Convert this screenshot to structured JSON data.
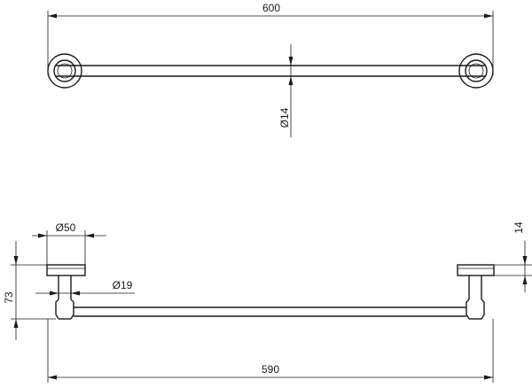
{
  "dimensions": {
    "overall_length": "600",
    "bar_diameter": "Ø14",
    "rose_diameter": "Ø50",
    "post_diameter": "Ø19",
    "projection": "73",
    "rose_thickness": "14",
    "bar_length": "590"
  },
  "colors": {
    "line": "#1a1a1a",
    "background": "#ffffff"
  }
}
